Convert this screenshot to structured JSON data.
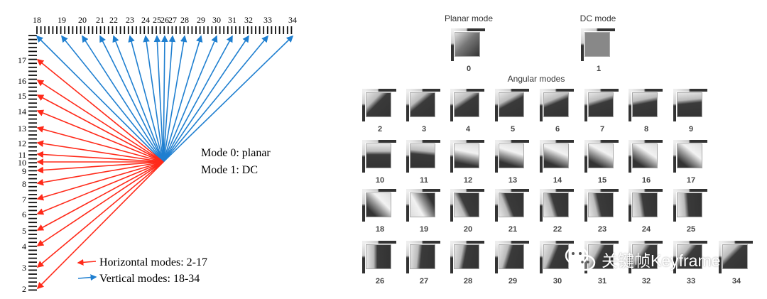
{
  "left_diagram": {
    "top_labels": [
      "18",
      "19",
      "20",
      "21",
      "22",
      "23",
      "24",
      "25",
      "26",
      "27",
      "28",
      "29",
      "30",
      "31",
      "32",
      "33",
      "34"
    ],
    "left_labels": [
      "17",
      "16",
      "15",
      "14",
      "13",
      "12",
      "11",
      "10",
      "9",
      "8",
      "7",
      "6",
      "5",
      "4",
      "3",
      "2"
    ],
    "mode0_text": "Mode 0: planar",
    "mode1_text": "Mode 1: DC",
    "legend": {
      "horizontal": "Horizontal modes: 2-17",
      "vertical": "Vertical modes: 18-34"
    },
    "colors": {
      "horizontal": "#ff2a1a",
      "vertical": "#1f7fd0"
    }
  },
  "right_diagram": {
    "planar_title": "Planar mode",
    "planar_label": "0",
    "dc_title": "DC mode",
    "dc_label": "1",
    "angular_title": "Angular modes",
    "angular_labels": [
      "2",
      "3",
      "4",
      "5",
      "6",
      "7",
      "8",
      "9",
      "10",
      "11",
      "12",
      "13",
      "14",
      "15",
      "16",
      "17",
      "18",
      "19",
      "20",
      "21",
      "22",
      "23",
      "24",
      "25",
      "26",
      "27",
      "28",
      "29",
      "30",
      "31",
      "32",
      "33",
      "34"
    ]
  },
  "watermark": {
    "text": "关键帧Keyframe"
  }
}
